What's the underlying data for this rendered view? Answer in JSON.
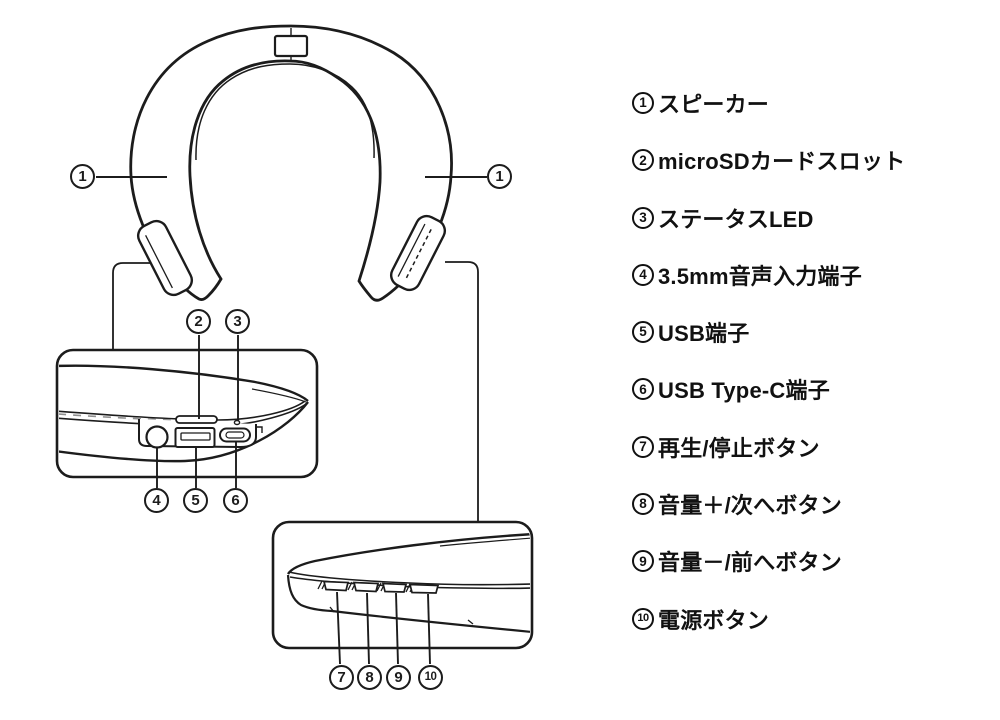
{
  "colors": {
    "line": "#1c1c1c",
    "background": "#ffffff",
    "seam_gray": "#8f8f8f"
  },
  "legend": {
    "items": [
      {
        "num": "1",
        "label": "スピーカー"
      },
      {
        "num": "2",
        "label": "microSDカードスロット"
      },
      {
        "num": "3",
        "label": "ステータスLED"
      },
      {
        "num": "4",
        "label": "3.5mm音声入力端子"
      },
      {
        "num": "5",
        "label": "USB端子"
      },
      {
        "num": "6",
        "label": "USB Type-C端子"
      },
      {
        "num": "7",
        "label": "再生/停止ボタン"
      },
      {
        "num": "8",
        "label": "音量＋/次へボタン"
      },
      {
        "num": "9",
        "label": "音量－/前へボタン"
      },
      {
        "num": "10",
        "label": "電源ボタン"
      }
    ]
  },
  "diagram": {
    "icons": [
      "neckband-speaker-outline",
      "speaker-pad-left",
      "speaker-pad-right",
      "detail-box-ports",
      "detail-box-buttons",
      "audio-jack",
      "usb-a-port",
      "usb-c-port",
      "microsd-slot",
      "status-led",
      "play-stop-button",
      "volume-up-button",
      "volume-down-button",
      "power-button"
    ]
  }
}
